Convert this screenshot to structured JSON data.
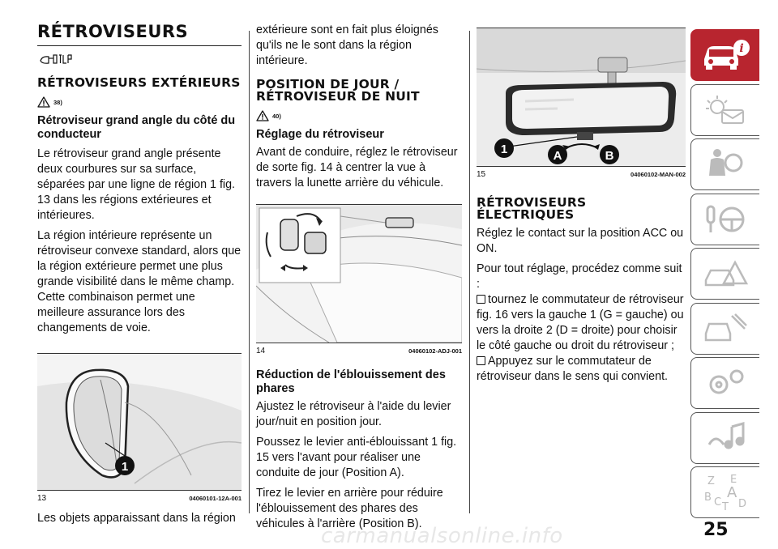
{
  "col1": {
    "title": "RÉTROVISEURS",
    "section_title": "RÉTROVISEURS EXTÉRIEURS",
    "warn_ref": "38)",
    "subheading": "Rétroviseur grand angle du côté du conducteur",
    "para1": "Le rétroviseur grand angle présente deux courbures sur sa surface, séparées par une ligne de région 1 fig. 13 dans les régions extérieures et intérieures.",
    "para2": "La région intérieure représente un rétroviseur convexe standard, alors que la région extérieure permet une plus grande visibilité dans le même champ. Cette combinaison permet une meilleure assurance lors des changements de voie.",
    "fig_num": "13",
    "fig_ref": "04060101-12A-001",
    "fig_callout": "1",
    "para3": "Les objets apparaissant dans la région"
  },
  "col2": {
    "para_cont": "extérieure sont en fait plus éloignés qu'ils ne le sont dans la région intérieure.",
    "section_title": "POSITION DE JOUR / RÉTROVISEUR DE NUIT",
    "warn_ref": "40)",
    "subheading1": "Réglage du rétroviseur",
    "para1": "Avant de conduire, réglez le rétroviseur de sorte fig. 14 à centrer la vue à travers la lunette arrière du véhicule.",
    "fig_num": "14",
    "fig_ref": "04060102-ADJ-001",
    "subheading2": "Réduction de l'éblouissement des phares",
    "para2": "Ajustez le rétroviseur à l'aide du levier jour/nuit en position jour.",
    "para3": "Poussez le levier anti-éblouissant 1 fig. 15 vers l'avant pour réaliser une conduite de jour (Position A).",
    "para4": "Tirez le levier en arrière pour réduire l'éblouissement des phares des véhicules à l'arrière (Position B)."
  },
  "col3": {
    "fig_num": "15",
    "fig_ref": "04060102-MAN-002",
    "fig_callout_1": "1",
    "fig_callout_a": "A",
    "fig_callout_b": "B",
    "section_title": "RÉTROVISEURS ÉLECTRIQUES",
    "para1": "Réglez le contact sur la position ACC ou ON.",
    "para2": "Pour tout réglage, procédez comme suit :",
    "bullet1": "tournez le commutateur de rétroviseur fig. 16 vers la gauche 1 (G = gauche) ou vers la droite 2 (D = droite) pour choisir le côté gauche ou droit du rétroviseur ;",
    "bullet2": "Appuyez sur le commutateur de rétroviseur dans le sens qui convient."
  },
  "tabs": [
    {
      "icon": "car-info-icon",
      "active": true
    },
    {
      "icon": "dashboard-lights-icon",
      "active": false
    },
    {
      "icon": "seatbelt-airbag-icon",
      "active": false
    },
    {
      "icon": "key-steering-wheel-icon",
      "active": false
    },
    {
      "icon": "warning-triangle-icon",
      "active": false
    },
    {
      "icon": "car-maintenance-icon",
      "active": false
    },
    {
      "icon": "gears-icon",
      "active": false
    },
    {
      "icon": "multimedia-icon",
      "active": false
    },
    {
      "icon": "alphabetical-index-icon",
      "active": false
    }
  ],
  "index_letters": [
    "Z",
    "E",
    "B",
    "A",
    "C",
    "T",
    "D"
  ],
  "page_number": "25",
  "watermark": "carmanualsonline.info",
  "accent_color": "#b8252f"
}
